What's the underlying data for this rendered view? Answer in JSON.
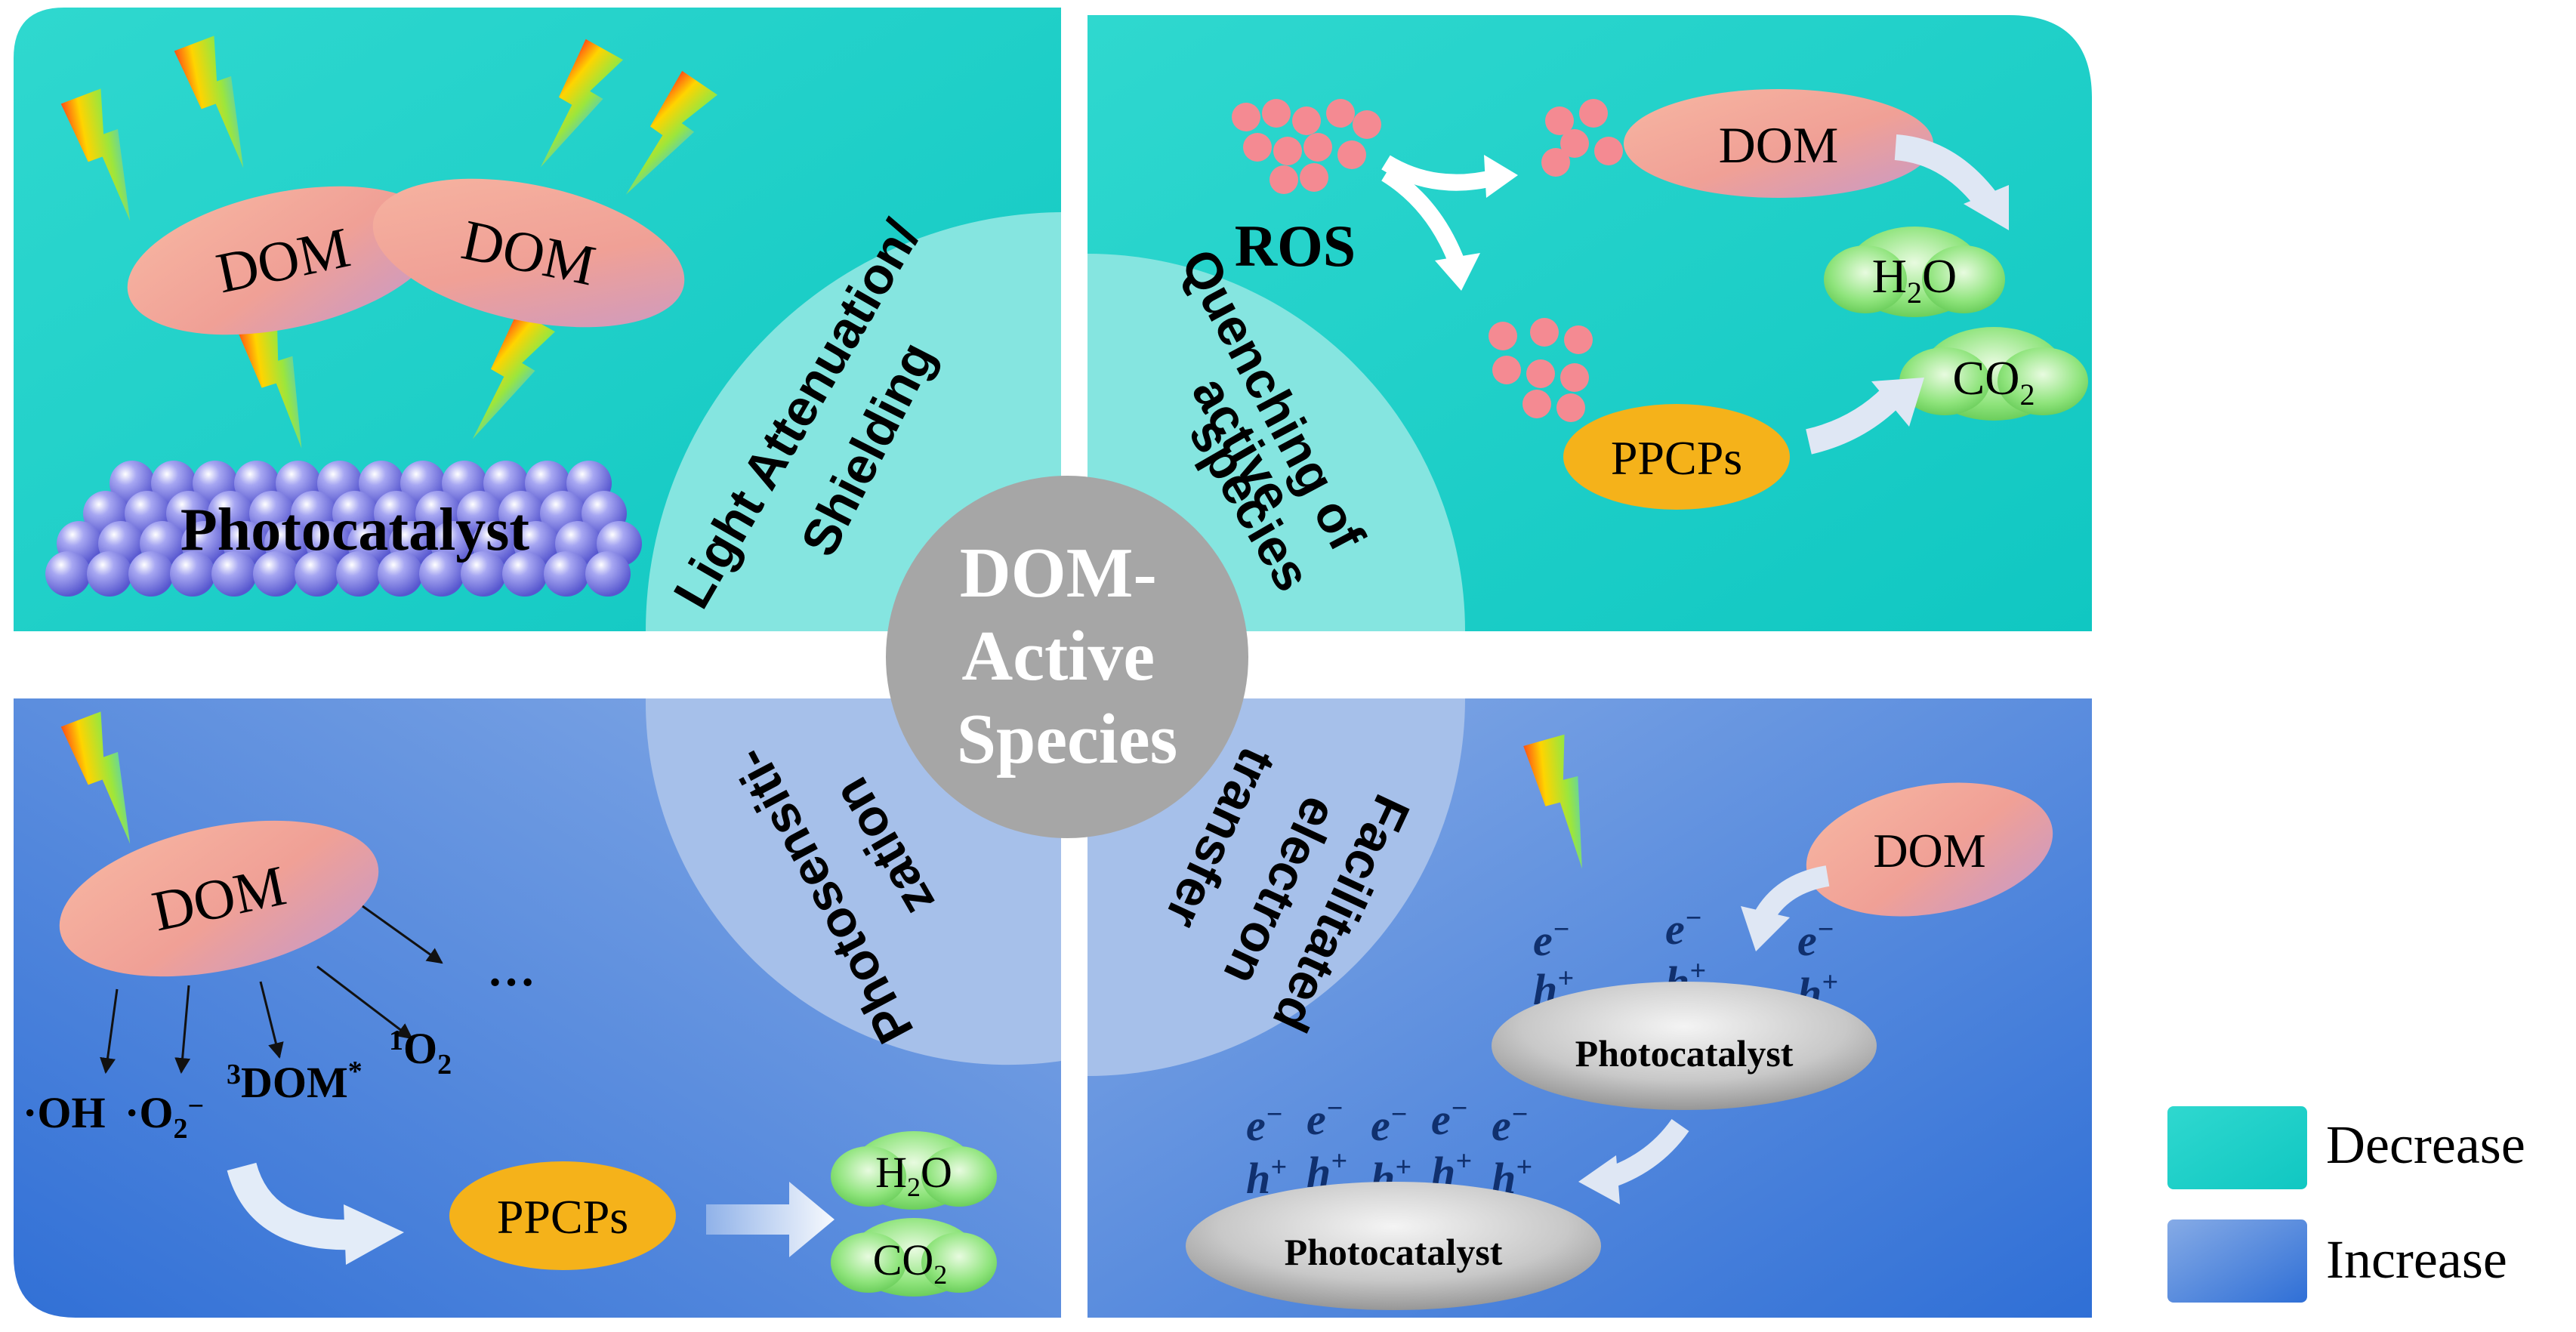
{
  "center": {
    "line1": "DOM-",
    "line2": "Active",
    "line3": "Species"
  },
  "quadrant_tl": {
    "arc_label_1": "Light Attenuation/",
    "arc_label_2": "Shielding",
    "dom_1": "DOM",
    "dom_2": "DOM",
    "photocatalyst": "Photocatalyst"
  },
  "quadrant_tr": {
    "arc_label_1": "Quenching of",
    "arc_label_2": "active",
    "arc_label_3": "species",
    "ros": "ROS",
    "dom": "DOM",
    "ppcps": "PPCPs",
    "h2o_main": "H",
    "h2o_sub": "2",
    "h2o_tail": "O",
    "co2_main": "CO",
    "co2_sub": "2"
  },
  "quadrant_bl": {
    "arc_label_1": "Photosensiti-",
    "arc_label_2": "zation",
    "dom": "DOM",
    "ellipsis": "…",
    "oh": "·OH",
    "o2_main": "·O",
    "o2_sub": "2",
    "o2_sup": "−",
    "dom3_sup": "3",
    "dom3_main": "DOM",
    "dom3_star": "*",
    "o2s_sup": "1",
    "o2s_main": "O",
    "o2s_sub": "2",
    "ppcps": "PPCPs",
    "h2o_main": "H",
    "h2o_sub": "2",
    "h2o_tail": "O",
    "co2_main": "CO",
    "co2_sub": "2"
  },
  "quadrant_br": {
    "arc_label_1": "Facilitated",
    "arc_label_2": "electron",
    "arc_label_3": "transfer",
    "dom": "DOM",
    "electron": "e",
    "electron_sup": "−",
    "hole": "h",
    "hole_sup": "+",
    "photocatalyst_top": "Photocatalyst",
    "photocatalyst_bottom": "Photocatalyst"
  },
  "legend": [
    {
      "label": "Decrease",
      "color": "#1fcfc8"
    },
    {
      "label": "Increase",
      "color": "#4a86dc"
    }
  ],
  "colors": {
    "teal": "#1fd2cb",
    "blue": "#4c88dd",
    "dom_fill": "#f0a496",
    "ppcps_fill": "#f6b21b",
    "cloud_fill": "#8de27b",
    "ros_dot": "#f48a92"
  }
}
